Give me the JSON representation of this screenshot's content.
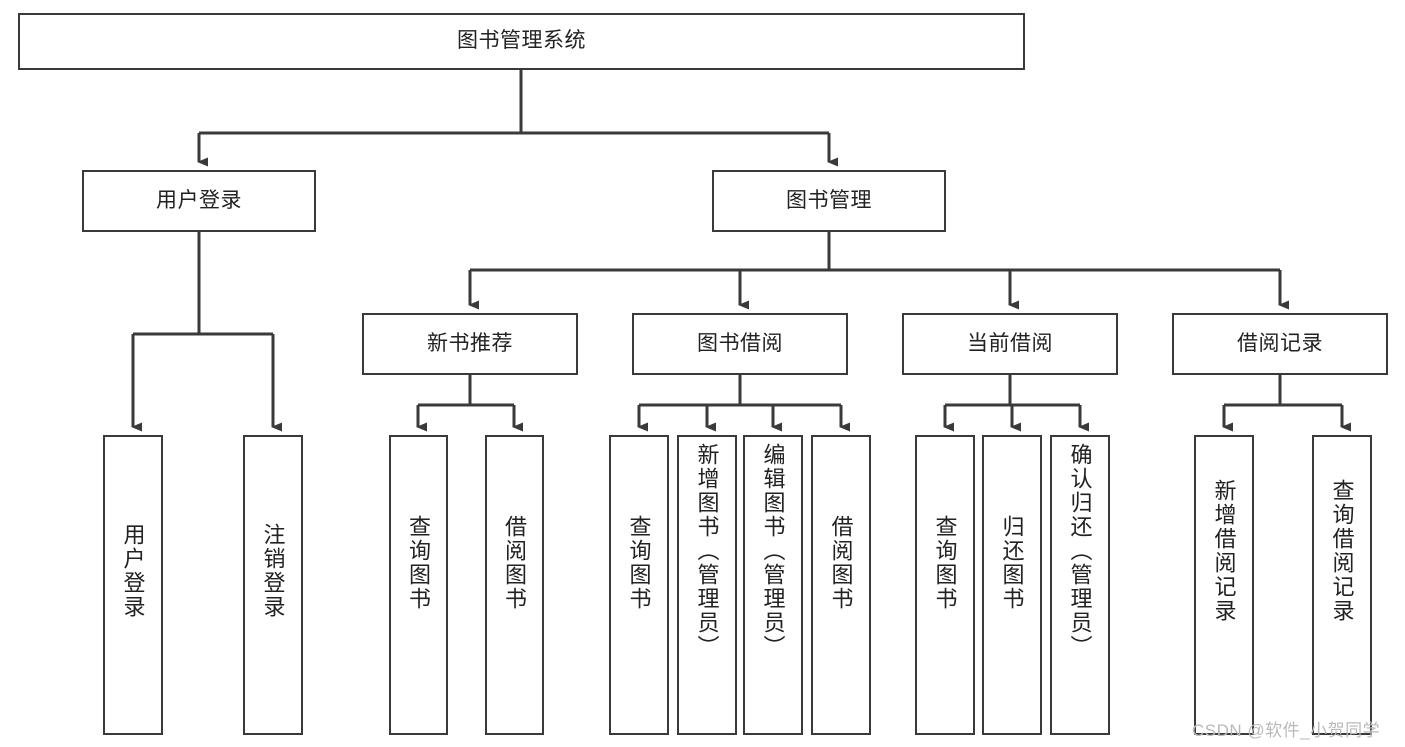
{
  "diagram": {
    "type": "tree-hierarchy",
    "title": "图书管理系统",
    "orientation": "top-down",
    "colors": {
      "box_border": "#3a3a3a",
      "box_fill": "#ffffff",
      "connector": "#3a3a3a",
      "text": "#222222",
      "watermark": "#b9b9b9",
      "background": "#ffffff"
    }
  },
  "nodes": {
    "root": {
      "label": "图书管理系统",
      "level": 0
    },
    "level1": [
      {
        "id": "user-login",
        "label": "用户登录"
      },
      {
        "id": "book-manage",
        "label": "图书管理"
      }
    ],
    "level2": [
      {
        "id": "new-book-recommend",
        "label": "新书推荐"
      },
      {
        "id": "book-borrow",
        "label": "图书借阅"
      },
      {
        "id": "current-borrow",
        "label": "当前借阅"
      },
      {
        "id": "borrow-record",
        "label": "借阅记录"
      }
    ],
    "leaves": {
      "user_login": [
        {
          "id": "leaf-user-login",
          "label": "用户登录"
        },
        {
          "id": "leaf-logout-login",
          "label": "注销登录"
        }
      ],
      "new_book_recommend": [
        {
          "id": "leaf-query-book-1",
          "label": "查询图书"
        },
        {
          "id": "leaf-borrow-book-1",
          "label": "借阅图书"
        }
      ],
      "book_borrow": [
        {
          "id": "leaf-query-book-2",
          "label": "查询图书"
        },
        {
          "id": "leaf-add-book-admin",
          "label": "新增图书（管理员）"
        },
        {
          "id": "leaf-edit-book-admin",
          "label": "编辑图书（管理员）"
        },
        {
          "id": "leaf-borrow-book-2",
          "label": "借阅图书"
        }
      ],
      "current_borrow": [
        {
          "id": "leaf-query-book-3",
          "label": "查询图书"
        },
        {
          "id": "leaf-return-book",
          "label": "归还图书"
        },
        {
          "id": "leaf-confirm-return-admin",
          "label": "确认归还（管理员）"
        }
      ],
      "borrow_record": [
        {
          "id": "leaf-add-borrow-record",
          "label": "新增借阅记录"
        },
        {
          "id": "leaf-query-borrow-record",
          "label": "查询借阅记录"
        }
      ]
    }
  },
  "watermark": {
    "text": "CSDN @软件_小贺同学"
  }
}
